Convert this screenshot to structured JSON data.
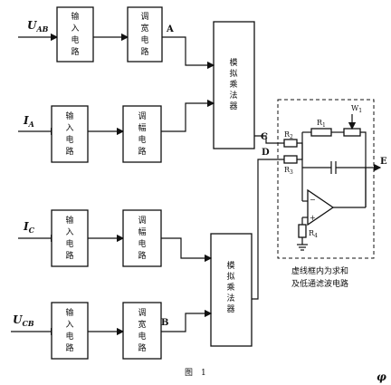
{
  "inputs": {
    "uab": {
      "main": "U",
      "sub": "AB"
    },
    "ia": {
      "main": "I",
      "sub": "A"
    },
    "ic": {
      "main": "I",
      "sub": "C"
    },
    "ucb": {
      "main": "U",
      "sub": "CB"
    }
  },
  "blocks": {
    "input_circuit": "输入电路",
    "pwm": "调宽电路",
    "am": "调幅电路",
    "multiplier": "模拟乘法器"
  },
  "nodes": {
    "a": "A",
    "b": "B",
    "c": "C",
    "d": "D",
    "e": "E"
  },
  "components": {
    "r1": {
      "main": "R",
      "sub": "1"
    },
    "r2": {
      "main": "R",
      "sub": "2"
    },
    "r3": {
      "main": "R",
      "sub": "3"
    },
    "r4": {
      "main": "R",
      "sub": "4"
    },
    "w1": {
      "main": "W",
      "sub": "1"
    },
    "opamp_minus": "−",
    "opamp_plus": "+"
  },
  "dashed_box_caption": [
    "虚线框内为求和",
    "及低通滤波电路"
  ],
  "figure_caption": "图　1",
  "corner_mark": "φ"
}
